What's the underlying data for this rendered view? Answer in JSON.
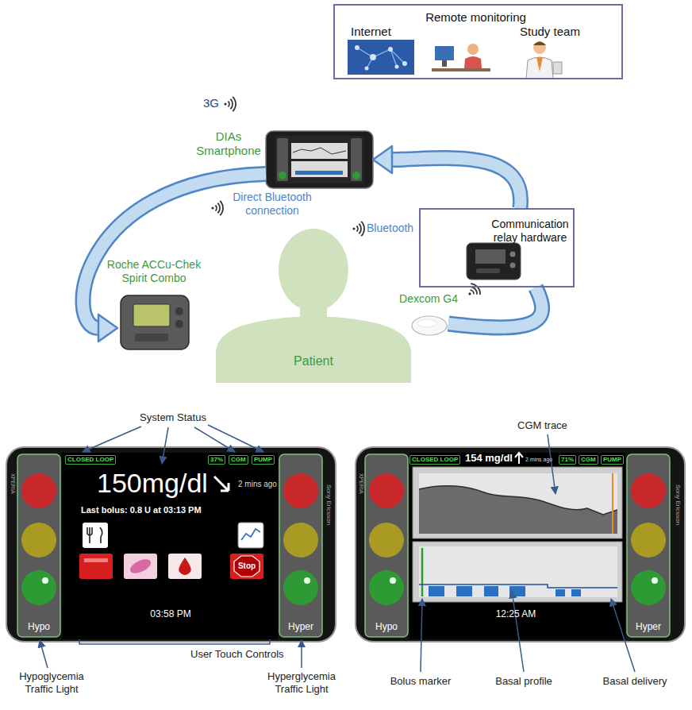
{
  "diagram": {
    "nodes": [
      {
        "text": [
          "Remote monitoring",
          "Internet",
          "Study team"
        ]
      },
      {
        "text": [
          "DIAs Smartphone"
        ]
      },
      {
        "text": [
          "Communication relay hardware"
        ]
      },
      {
        "text": [
          "Roche ACCu-Chek Spirit Combo"
        ]
      },
      {
        "text": [
          "Dexcom G4"
        ]
      },
      {
        "text": [
          "Patient"
        ]
      }
    ],
    "edges": [
      {
        "from": 1,
        "to": 3,
        "arrow": "to"
      },
      {
        "from": 4,
        "to": 2,
        "arrow": "none"
      },
      {
        "from": 2,
        "to": 1,
        "arrow": "to"
      }
    ],
    "labels": [
      "3G",
      "Direct Bluetooth connection",
      "Bluetooth",
      "System Status",
      "CLOSED LOOP",
      "37%",
      "CGM",
      "PUMP",
      "150mg/dl",
      "2 mins ago",
      "Last bolus: 0.8 U at 03:13 PM",
      "Stop",
      "03:58 PM",
      "Hypo",
      "Hyper",
      "XPERIA",
      "Sony Ericsson",
      "User Touch Controls",
      "Hypoglycemia Traffic Light",
      "Hyperglycemia Traffic Light",
      "CGM trace",
      "CLOSED LOOP",
      "154 mg/dl",
      "2 mins ago",
      "71%",
      "CGM",
      "PUMP",
      "12:25 AM",
      "Hypo",
      "Hyper",
      "XPERIA",
      "Sony Ericsson",
      "Bolus marker",
      "Basal profile",
      "Basal delivery"
    ]
  }
}
